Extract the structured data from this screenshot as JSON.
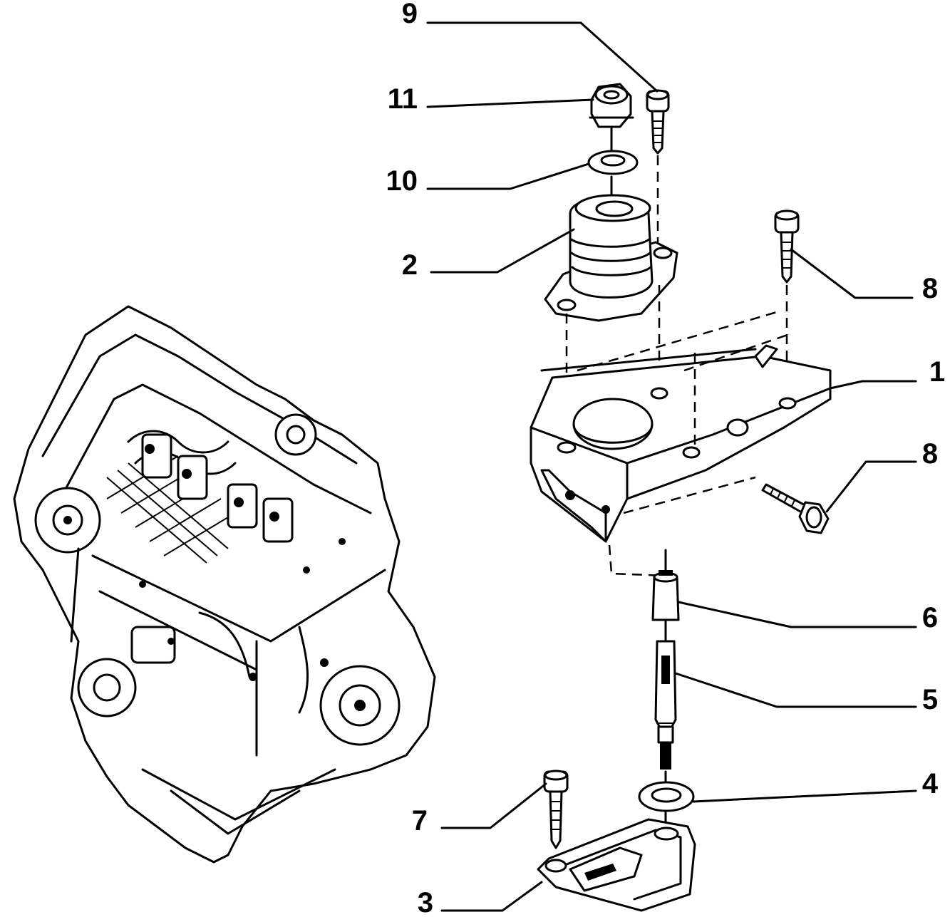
{
  "callouts": [
    {
      "id": "1",
      "text": "1"
    },
    {
      "id": "2",
      "text": "2"
    },
    {
      "id": "3",
      "text": "3"
    },
    {
      "id": "4",
      "text": "4"
    },
    {
      "id": "5",
      "text": "5"
    },
    {
      "id": "6",
      "text": "6"
    },
    {
      "id": "7",
      "text": "7"
    },
    {
      "id": "8a",
      "text": "8"
    },
    {
      "id": "8b",
      "text": "8"
    },
    {
      "id": "9",
      "text": "9"
    },
    {
      "id": "10",
      "text": "10"
    },
    {
      "id": "11",
      "text": "11"
    }
  ],
  "colors": {
    "ink": "#000000",
    "paper": "#ffffff"
  }
}
